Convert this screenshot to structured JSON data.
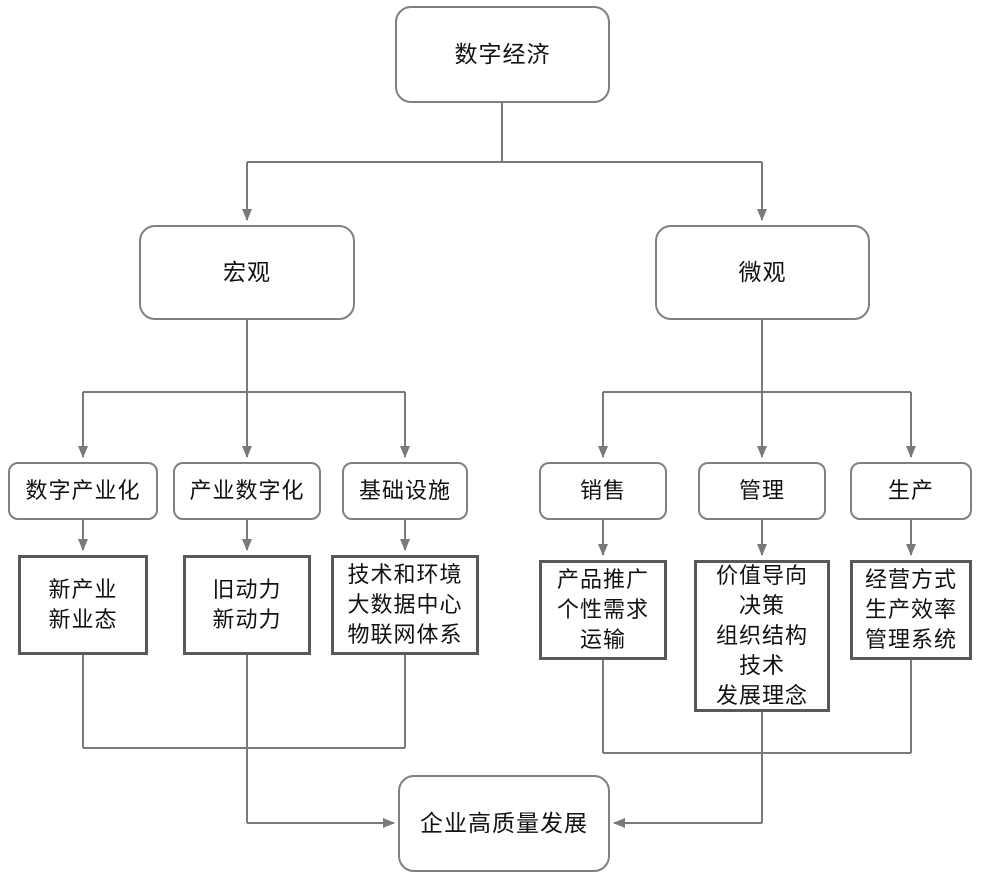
{
  "diagram": {
    "nodes": {
      "digital_economy": "数字经济",
      "macro": "宏观",
      "micro": "微观",
      "digital_industrialization": "数字产业化",
      "industry_digitalization": "产业数字化",
      "infrastructure": "基础设施",
      "sales": "销售",
      "management": "管理",
      "production": "生产",
      "new_industry_formats": "新产业\n新业态",
      "old_new_momentum": "旧动力\n新动力",
      "tech_environment": "技术和环境\n大数据中心\n物联网体系",
      "product_promotion": "产品推广\n个性需求\n运输",
      "value_orientation": "价值导向\n决策\n组织结构\n技术\n发展理念",
      "operation_mode": "经营方式\n生产效率\n管理系统",
      "high_quality_development": "企业高质量发展"
    },
    "edges": [
      {
        "from": "digital_economy",
        "to": "macro"
      },
      {
        "from": "digital_economy",
        "to": "micro"
      },
      {
        "from": "macro",
        "to": "digital_industrialization"
      },
      {
        "from": "macro",
        "to": "industry_digitalization"
      },
      {
        "from": "macro",
        "to": "infrastructure"
      },
      {
        "from": "micro",
        "to": "sales"
      },
      {
        "from": "micro",
        "to": "management"
      },
      {
        "from": "micro",
        "to": "production"
      },
      {
        "from": "digital_industrialization",
        "to": "new_industry_formats"
      },
      {
        "from": "industry_digitalization",
        "to": "old_new_momentum"
      },
      {
        "from": "infrastructure",
        "to": "tech_environment"
      },
      {
        "from": "sales",
        "to": "product_promotion"
      },
      {
        "from": "management",
        "to": "value_orientation"
      },
      {
        "from": "production",
        "to": "operation_mode"
      },
      {
        "from": "new_industry_formats",
        "to": "high_quality_development"
      },
      {
        "from": "old_new_momentum",
        "to": "high_quality_development"
      },
      {
        "from": "tech_environment",
        "to": "high_quality_development"
      },
      {
        "from": "product_promotion",
        "to": "high_quality_development"
      },
      {
        "from": "value_orientation",
        "to": "high_quality_development"
      },
      {
        "from": "operation_mode",
        "to": "high_quality_development"
      }
    ],
    "colors": {
      "connector": "#7a7a7a",
      "rounded_box_border": "#808080",
      "rect_box_border": "#595959",
      "text": "#111111",
      "background": "#ffffff"
    }
  }
}
